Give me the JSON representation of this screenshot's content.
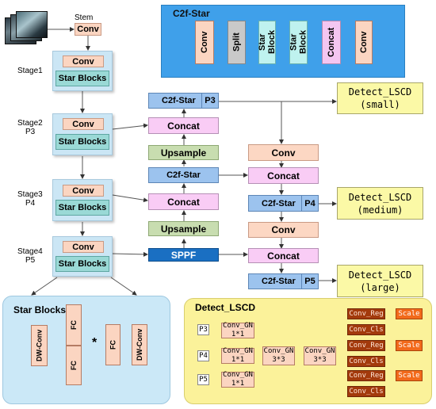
{
  "c2f_star_panel": {
    "title": "C2f-Star",
    "blocks": [
      "Conv",
      "Split",
      "Star Block",
      "Star Block",
      "Concat",
      "Conv"
    ]
  },
  "backbone": {
    "stem_label": "Stem",
    "stem_conv": "Conv",
    "stages": [
      {
        "label_line1": "Stage1",
        "label_line2": "",
        "conv": "Conv",
        "blocks": "Star Blocks"
      },
      {
        "label_line1": "Stage2",
        "label_line2": "P3",
        "conv": "Conv",
        "blocks": "Star Blocks"
      },
      {
        "label_line1": "Stage3",
        "label_line2": "P4",
        "conv": "Conv",
        "blocks": "Star Blocks"
      },
      {
        "label_line1": "Stage4",
        "label_line2": "P5",
        "conv": "Conv",
        "blocks": "Star Blocks"
      }
    ]
  },
  "neck_left": {
    "c2f_p3": "C2f-Star",
    "p3_tag": "P3",
    "concat1": "Concat",
    "upsample1": "Upsample",
    "c2f_mid": "C2f-Star",
    "concat2": "Concat",
    "upsample2": "Upsample",
    "sppf": "SPPF"
  },
  "neck_right": {
    "conv1": "Conv",
    "concat1": "Concat",
    "c2f_p4": "C2f-Star",
    "p4_tag": "P4",
    "conv2": "Conv",
    "concat2": "Concat",
    "c2f_p5": "C2f-Star",
    "p5_tag": "P5"
  },
  "detect_heads": [
    {
      "line1": "Detect_LSCD",
      "line2": "(small)"
    },
    {
      "line1": "Detect_LSCD",
      "line2": "(medium)"
    },
    {
      "line1": "Detect_LSCD",
      "line2": "(large)"
    }
  ],
  "star_blocks_panel": {
    "title": "Star Blocks",
    "dwconv1": "DW-Conv",
    "fc1": "FC",
    "fc2": "FC",
    "star_op": "*",
    "fc3": "FC",
    "dwconv2": "DW-Conv"
  },
  "detect_panel": {
    "title": "Detect_LSCD",
    "inputs": [
      "P3",
      "P4",
      "P5"
    ],
    "gn_1x1": {
      "line1": "Conv_GN",
      "line2": "1*1"
    },
    "gn_3x3": {
      "line1": "Conv_GN",
      "line2": "3*3"
    },
    "outputs": [
      "Conv_Reg",
      "Conv_Cls",
      "Conv_Reg",
      "Conv_Cls",
      "Conv_Reg",
      "Conv_Cls"
    ],
    "scale": "Scale"
  },
  "colors": {
    "c2f_panel_bg": "#3fa0ea",
    "star_panel_bg": "#cbe8f7",
    "detect_panel_bg": "#fbf29a",
    "sppf": "#1a6fc2"
  }
}
